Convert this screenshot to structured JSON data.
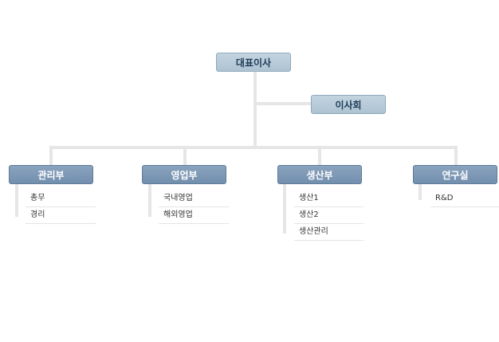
{
  "ceo": {
    "label": "대표이사"
  },
  "board": {
    "label": "이사회"
  },
  "departments": [
    {
      "label": "관리부",
      "items": [
        "총무",
        "경리"
      ]
    },
    {
      "label": "영업부",
      "items": [
        "국내영업",
        "해외영업"
      ]
    },
    {
      "label": "생산부",
      "items": [
        "생산1",
        "생산2",
        "생산관리"
      ]
    },
    {
      "label": "연구실",
      "items": [
        "R&D"
      ]
    }
  ],
  "colors": {
    "top_box": "#aec3d2",
    "dept_box": "#7d98b5",
    "connector": "#e6e6e6"
  }
}
